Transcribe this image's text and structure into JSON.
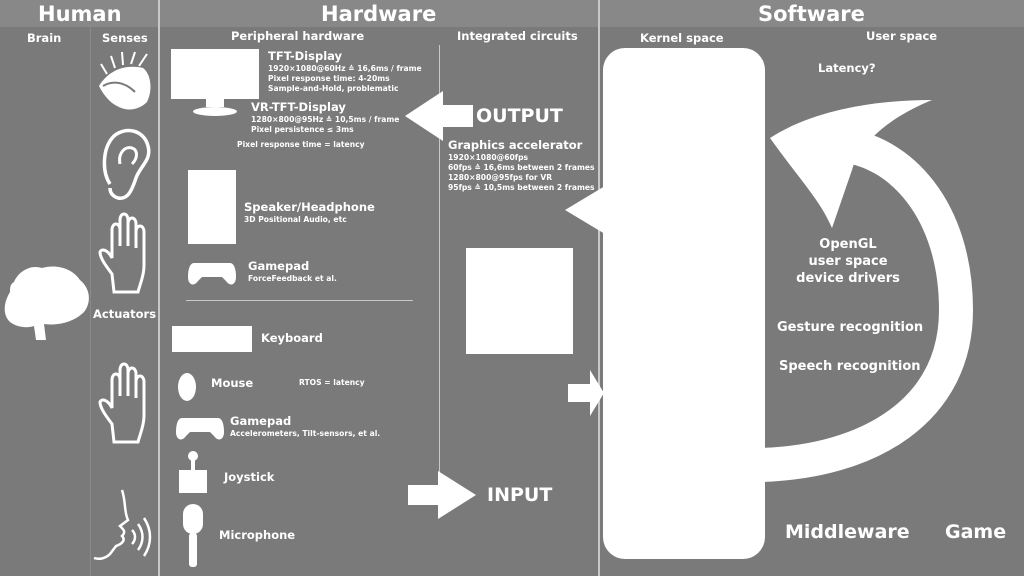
{
  "sections": {
    "human": "Human",
    "hardware": "Hardware",
    "software": "Software"
  },
  "columns": {
    "brain": "Brain",
    "senses": "Senses",
    "actuators": "Actuators",
    "peripheral": "Peripheral hardware",
    "integrated": "Integrated circuits",
    "kernel": "Kernel space",
    "user": "User space"
  },
  "outputs": {
    "tft": {
      "title": "TFT-Display",
      "line1": "1920×1080@60Hz ≙ 16,6ms / frame",
      "line2": "Pixel response time: 4-20ms",
      "line3": "Sample-and-Hold, problematic"
    },
    "vr": {
      "title": "VR-TFT-Display",
      "line1": "1280×800@95Hz ≙ 10,5ms / frame",
      "line2": "Pixel persistence ≤ 3ms"
    },
    "pixel_note": "Pixel response time = latency",
    "speaker": {
      "title": "Speaker/Headphone",
      "sub": "3D Positional Audio, etc"
    },
    "gamepad": {
      "title": "Gamepad",
      "sub": "ForceFeedback et al."
    }
  },
  "inputs": {
    "keyboard": "Keyboard",
    "mouse": "Mouse",
    "rtos_note": "RTOS = latency",
    "gamepad": {
      "title": "Gamepad",
      "sub": "Accelerometers, Tilt-sensors, et al."
    },
    "joystick": "Joystick",
    "microphone": "Microphone"
  },
  "graphics": {
    "title": "Graphics accelerator",
    "line1": "1920×1080@60fps",
    "line2": "60fps ≙ 16,6ms between 2 frames",
    "line3": "1280×800@95fps for VR",
    "line4": "95fps ≙ 10,5ms between 2 frames"
  },
  "arrows": {
    "output": "OUTPUT",
    "input": "INPUT"
  },
  "software": {
    "latency": "Latency?",
    "opengl1": "OpenGL",
    "opengl2": "user space",
    "opengl3": "device drivers",
    "gesture": "Gesture recognition",
    "speech": "Speech recognition",
    "middleware": "Middleware",
    "game": "Game"
  },
  "colors": {
    "background": "#7a7a7a",
    "header_band": "#888888",
    "foreground": "#ffffff",
    "divider": "#c8c8c8"
  }
}
